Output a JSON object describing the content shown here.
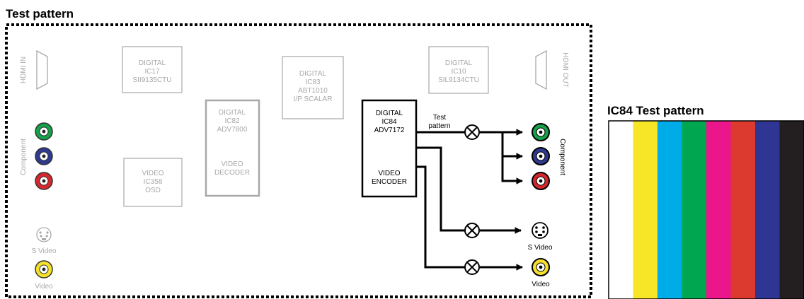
{
  "page_title": "Test pattern",
  "panel_title": "IC84 Test pattern",
  "colors": {
    "inactive": "#a8a8a8",
    "active": "#000000",
    "jack_green": "#15a04a",
    "jack_blue": "#2e3a8f",
    "jack_red": "#d7262d",
    "jack_yellow": "#f5e02a"
  },
  "left_connectors": {
    "hdmi_in": "HDMI IN",
    "component": "Component",
    "s_video": "S Video",
    "video": "Video"
  },
  "right_connectors": {
    "hdmi_out": "HDMI OUT",
    "component": "Component",
    "s_video": "S Video",
    "video": "Video"
  },
  "chips": {
    "ic17": {
      "l1": "DIGITAL",
      "l2": "IC17",
      "l3": "SII9135CTU"
    },
    "ic10": {
      "l1": "DIGITAL",
      "l2": "IC10",
      "l3": "SIL9134CTU"
    },
    "ic83": {
      "l1": "DIGITAL",
      "l2": "IC83",
      "l3": "ABT1010",
      "l4": "I/P SCALAR"
    },
    "ic82": {
      "l1": "DIGITAL",
      "l2": "IC82",
      "l3": "ADV7800",
      "l4": "VIDEO",
      "l5": "DECODER"
    },
    "ic358": {
      "l1": "VIDEO",
      "l2": "IC358",
      "l3": "OSD"
    },
    "ic84": {
      "l1": "DIGITAL",
      "l2": "IC84",
      "l3": "ADV7172",
      "l4": "VIDEO",
      "l5": "ENCODER"
    }
  },
  "signal_label": {
    "l1": "Test",
    "l2": "pattern"
  },
  "color_bars": [
    {
      "name": "white",
      "color": "#ffffff"
    },
    {
      "name": "yellow",
      "color": "#f7e528"
    },
    {
      "name": "cyan",
      "color": "#00ace8"
    },
    {
      "name": "green",
      "color": "#00a650"
    },
    {
      "name": "magenta",
      "color": "#ec168c"
    },
    {
      "name": "red",
      "color": "#dc3a2e"
    },
    {
      "name": "blue",
      "color": "#2e3592"
    },
    {
      "name": "black",
      "color": "#231f20"
    }
  ]
}
